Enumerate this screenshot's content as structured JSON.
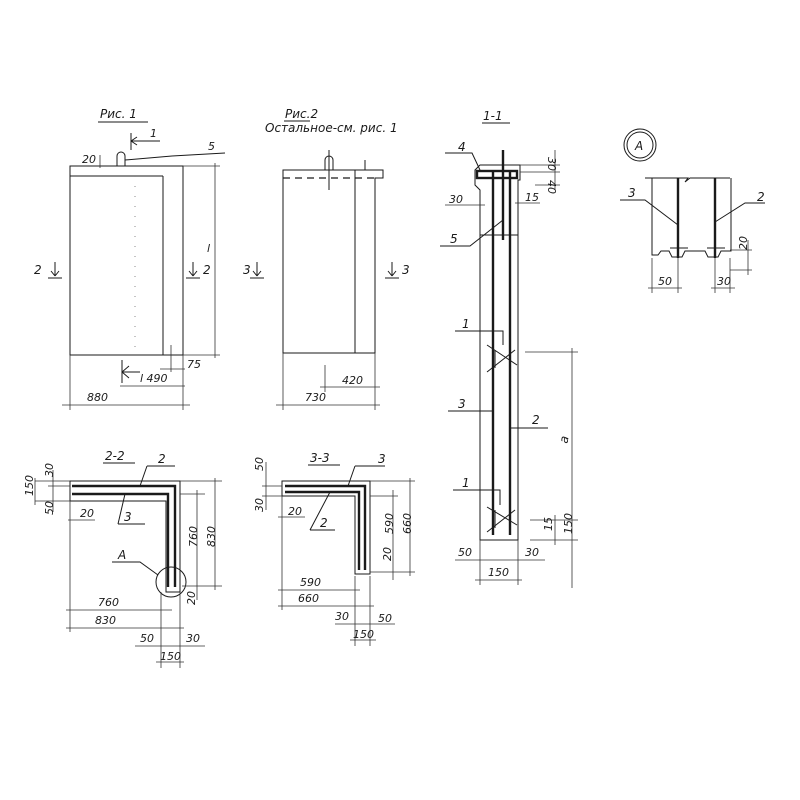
{
  "fig1": {
    "title": "Рис. 1",
    "callouts": [
      "1",
      "5"
    ],
    "dims": {
      "top": "20",
      "height": "l",
      "offset": "75",
      "part": "l 490",
      "width": "880"
    },
    "section_marks": [
      "2",
      "2"
    ]
  },
  "fig2": {
    "title": "Рис.2",
    "subtitle": "Остальное-см. рис. 1",
    "dims": {
      "part": "420",
      "width": "730"
    },
    "section_marks": [
      "3",
      "3"
    ]
  },
  "section11": {
    "title": "1-1",
    "callouts": [
      "4",
      "5",
      "1",
      "3",
      "2",
      "1"
    ],
    "dims": {
      "top1": "30",
      "top2": "40",
      "left": "30",
      "right": "15",
      "a": "a",
      "b1": "15",
      "b2": "150",
      "bl": "50",
      "br": "30",
      "bw": "150"
    }
  },
  "detailA": {
    "label": "A",
    "callouts": [
      "3",
      "2"
    ],
    "dims": {
      "v": "20",
      "l": "50",
      "r": "30"
    }
  },
  "section22": {
    "title": "2-2",
    "callouts": [
      "2",
      "3",
      "A"
    ],
    "dims": {
      "t30": "30",
      "t150": "150",
      "t50": "50",
      "t20": "20",
      "v760": "760",
      "v830": "830",
      "v20": "20",
      "h760": "760",
      "h830": "830",
      "b50": "50",
      "b30": "30",
      "b150": "150"
    }
  },
  "section33": {
    "title": "3-3",
    "callouts": [
      "3",
      "2"
    ],
    "dims": {
      "t50": "50",
      "t30": "30",
      "t20": "20",
      "v590": "590",
      "v660": "660",
      "v20": "20",
      "h590": "590",
      "h660": "660",
      "b30": "30",
      "b50": "50",
      "b150": "150"
    }
  }
}
